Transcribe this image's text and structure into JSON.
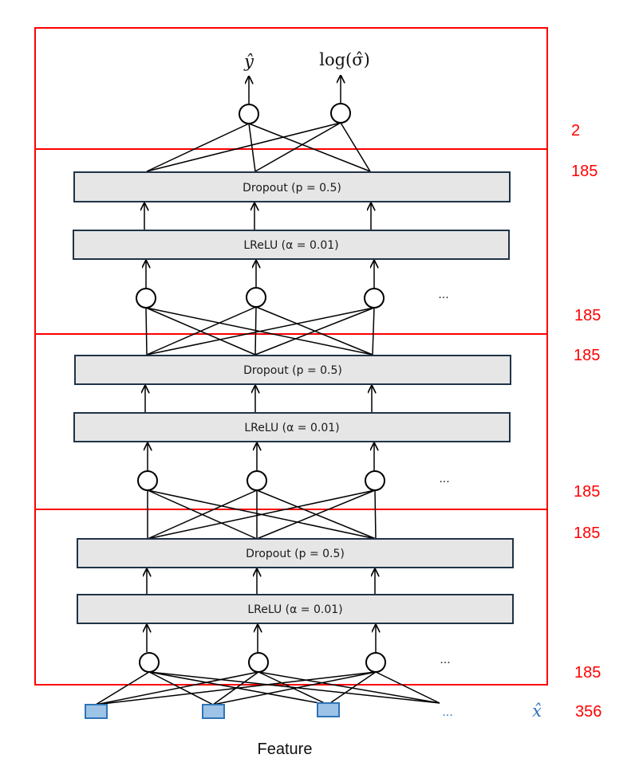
{
  "layers": [
    {
      "dropout_label": "Dropout (p = 0.5)",
      "activation_label": "LReLU (α = 0.01)",
      "ellipsis": "...",
      "size_top": "185",
      "size_bottom": "185"
    },
    {
      "dropout_label": "Dropout (p = 0.5)",
      "activation_label": "LReLU (α = 0.01)",
      "ellipsis": "...",
      "size_top": "185",
      "size_bottom": "185"
    },
    {
      "dropout_label": "Dropout (p = 0.5)",
      "activation_label": "LReLU (α = 0.01)",
      "ellipsis": "...",
      "size_top": "185",
      "size_bottom": "185"
    }
  ],
  "output": {
    "y_hat": "ŷ",
    "log_sigma": "log(σ̂)",
    "size": "2"
  },
  "input": {
    "symbol": "x̂",
    "ellipsis": "...",
    "size": "356",
    "caption": "Feature"
  },
  "colors": {
    "section_border": "#ff0000",
    "box_fill": "#e6e6e6",
    "box_border": "#1f3347",
    "input_fill": "#9dc3e6",
    "input_border": "#2e75b6"
  }
}
